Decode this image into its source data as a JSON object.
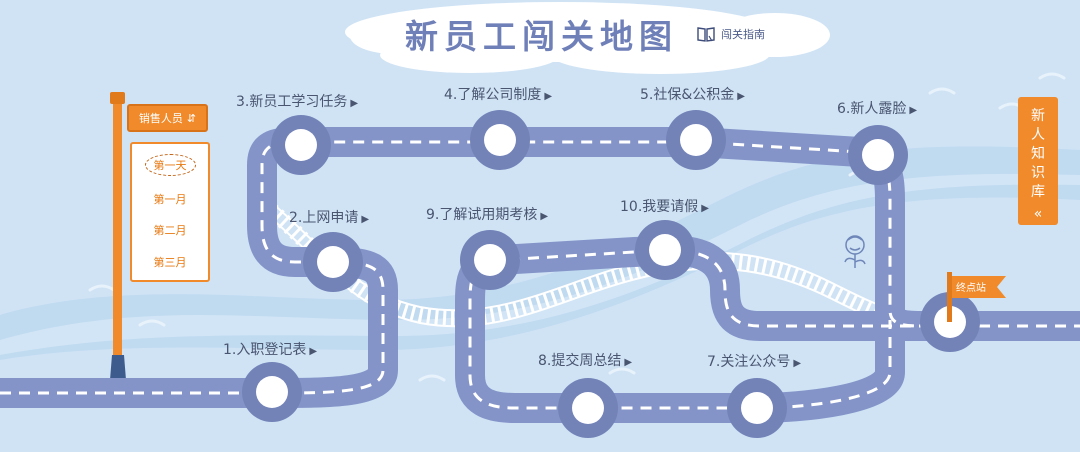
{
  "header": {
    "title": "新员工闯关地图",
    "guide_label": "闯关指南"
  },
  "role_selector": {
    "label": "销售人员",
    "icon": "swap-icon"
  },
  "periods": [
    {
      "label": "第一天",
      "active": true
    },
    {
      "label": "第一月",
      "active": false
    },
    {
      "label": "第二月",
      "active": false
    },
    {
      "label": "第三月",
      "active": false
    }
  ],
  "steps": [
    {
      "label": "1.入职登记表"
    },
    {
      "label": "2.上网申请"
    },
    {
      "label": "3.新员工学习任务"
    },
    {
      "label": "4.了解公司制度"
    },
    {
      "label": "5.社保&公积金"
    },
    {
      "label": "6.新人露脸"
    },
    {
      "label": "7.关注公众号"
    },
    {
      "label": "8.提交周总结"
    },
    {
      "label": "9.了解试用期考核"
    },
    {
      "label": "10.我要请假"
    }
  ],
  "finish": {
    "label": "终点站"
  },
  "side_panel": {
    "label": "新人知识库",
    "icon": "double-chevron-left-icon"
  },
  "colors": {
    "background": "#cfe3f5",
    "road": "#7f8fc4",
    "road_edge": "#8c9ccd",
    "accent": "#f08a2a",
    "river": "#b9d6f0"
  }
}
